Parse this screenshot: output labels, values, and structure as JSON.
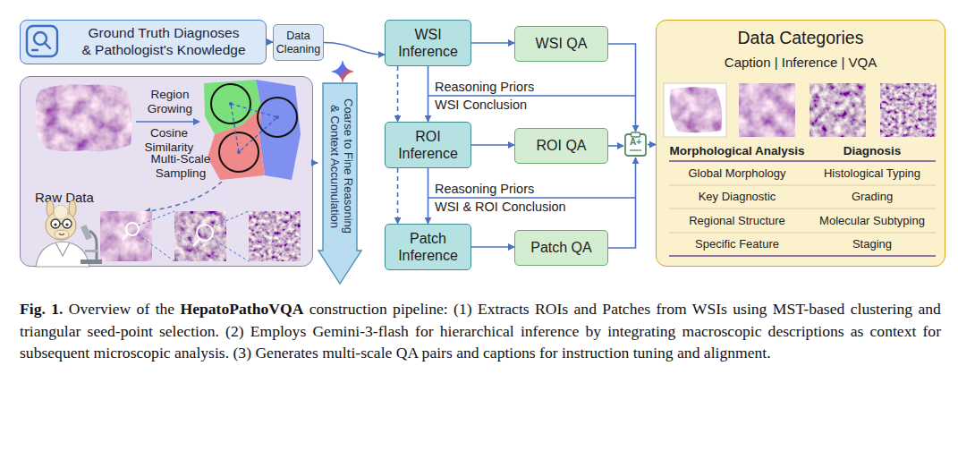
{
  "diagram": {
    "caption": "Fig. 1. Overview of the HepatoPathoVQA construction pipeline: (1) Extracts ROIs and Patches from WSIs using MST-based clustering and triangular seed-point selection. (2) Employs Gemini-3-flash for hierarchical inference by integrating macroscopic descriptions as context for subsequent microscopic analysis. (3) Generates multi-scale QA pairs and captions for instruction tuning and alignment.",
    "nodes": [
      {
        "text": [
          "Ground Truth Diagnoses & Pathologist's Knowledge"
        ]
      },
      {
        "text": [
          "Data Cleaning"
        ]
      },
      {
        "text": [
          "Raw Data"
        ]
      },
      {
        "text": [
          "Coarse to Fine Reasoning & Context Accumulation"
        ]
      },
      {
        "text": [
          "WSI Inference"
        ]
      },
      {
        "text": [
          "WSI QA"
        ]
      },
      {
        "text": [
          "ROI Inference"
        ]
      },
      {
        "text": [
          "ROI QA"
        ]
      },
      {
        "text": [
          "Patch Inference"
        ]
      },
      {
        "text": [
          "Patch QA"
        ]
      },
      {
        "text": [
          "A+"
        ]
      },
      {
        "text": [
          "Data Categories",
          "Caption | Inference | VQA"
        ]
      }
    ],
    "edges": [
      {
        "from": 0,
        "to": 1,
        "arrow": "to"
      },
      {
        "from": 1,
        "to": 4,
        "arrow": "to"
      },
      {
        "from": 2,
        "to": 3,
        "arrow": "to"
      },
      {
        "from": 4,
        "to": 6,
        "arrow": "to"
      },
      {
        "from": 4,
        "to": 6,
        "arrow": "to"
      },
      {
        "from": 6,
        "to": 8,
        "arrow": "to"
      },
      {
        "from": 6,
        "to": 8,
        "arrow": "to"
      },
      {
        "from": 4,
        "to": 5,
        "arrow": "to"
      },
      {
        "from": 6,
        "to": 7,
        "arrow": "to"
      },
      {
        "from": 8,
        "to": 9,
        "arrow": "to"
      },
      {
        "from": 5,
        "to": 10,
        "arrow": "to"
      },
      {
        "from": 7,
        "to": 10,
        "arrow": "to"
      },
      {
        "from": 9,
        "to": 10,
        "arrow": "to"
      },
      {
        "from": 10,
        "to": 11,
        "arrow": "to"
      }
    ],
    "labels": [
      "Region Growing",
      "Cosine Similarity",
      "Multi-Scale Sampling",
      "Reasoning Priors",
      "WSI Conclusion",
      "Reasoning Priors",
      "WSI & ROI Conclusion",
      "Morphological Analysis",
      "Diagnosis",
      "Global Morphology",
      "Histological Typing",
      "Key Diagnostic",
      "Grading",
      "Regional Structure",
      "Molecular Subtyping",
      "Specific Feature",
      "Staging"
    ]
  }
}
